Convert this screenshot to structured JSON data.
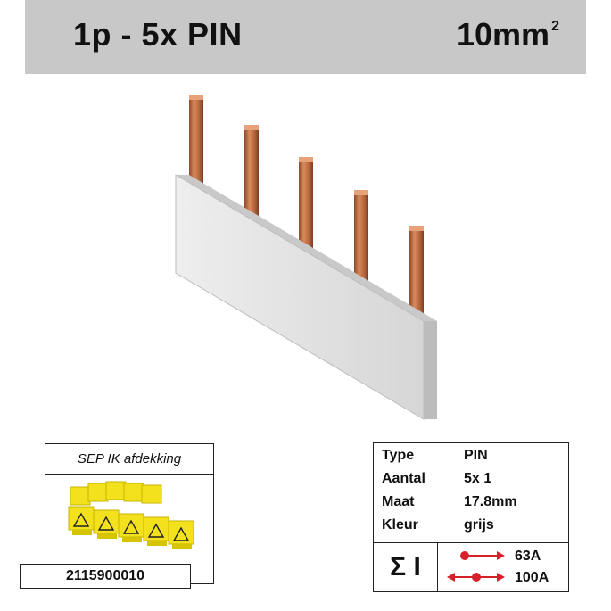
{
  "header": {
    "title": "1p - 5x PIN",
    "size": "10mm",
    "size_exponent": "2"
  },
  "cover": {
    "title": "SEP IK afdekking",
    "code": "2115900010"
  },
  "specs": {
    "rows": [
      {
        "key": "Type",
        "value": "PIN"
      },
      {
        "key": "Aantal",
        "value": "5x 1"
      },
      {
        "key": "Maat",
        "value": "17.8mm"
      },
      {
        "key": "Kleur",
        "value": "grijs"
      }
    ],
    "sigma_symbol": "Σ I",
    "ratings": [
      {
        "value": "63A",
        "icon": "single-feed-arrow-icon"
      },
      {
        "value": "100A",
        "icon": "center-feed-double-arrow-icon"
      }
    ]
  },
  "colors": {
    "header_bg": "#c8c8c8",
    "copper": "#c8754a",
    "busbar_gray": "#e2e2e2",
    "cover_yellow": "#f2e11c",
    "arrow_red": "#d8202a"
  }
}
